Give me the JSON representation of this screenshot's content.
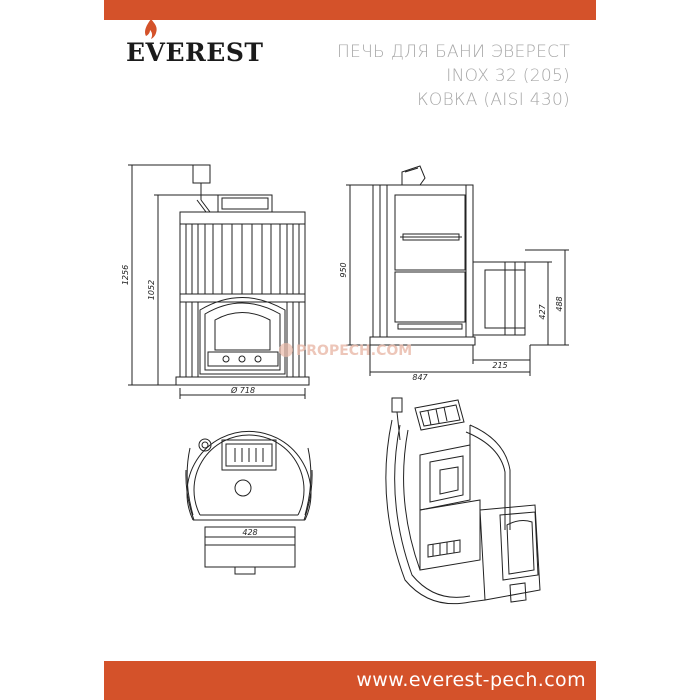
{
  "brand": {
    "logo_text": "EVEREST",
    "accent_color": "#d4522a",
    "flame_icon": "flame-icon"
  },
  "title": {
    "line1": "ПЕЧЬ ДЛЯ БАНИ ЭВЕРЕСТ",
    "line2": "INOX 32 (205)",
    "line3": "КОВКА (AISI 430)"
  },
  "dimensions": {
    "total_height": "1256",
    "body_height": "1052",
    "diameter": "Ø 718",
    "side_height": "950",
    "depth": "847",
    "tunnel_length": "215",
    "tunnel_h1": "427",
    "tunnel_h2": "488",
    "top_width": "428"
  },
  "watermark": "PROPECH.COM",
  "footer": {
    "url": "www.everest-pech.com"
  }
}
